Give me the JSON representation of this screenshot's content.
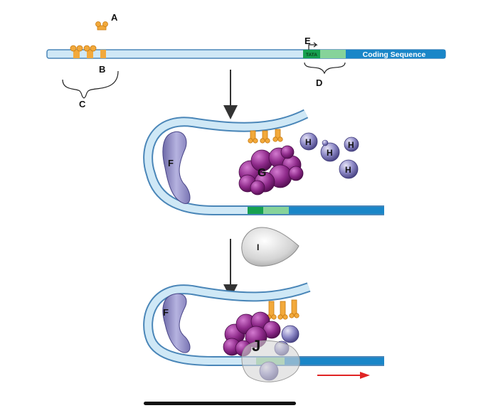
{
  "labels": {
    "a": "A",
    "b": "B",
    "c": "C",
    "d": "D",
    "e": "E",
    "f1": "F",
    "f2": "F",
    "g": "G",
    "h1": "H",
    "h2": "H",
    "h3": "H",
    "h4": "H",
    "i": "I",
    "j": "J"
  },
  "dna": {
    "tata_box": "TATA",
    "coding_sequence": "Coding Sequence"
  },
  "colors": {
    "dna_fill": "#cfe8f6",
    "dna_stroke": "#4a86b8",
    "coding_blue": "#1a86c8",
    "tata_green": "#16a050",
    "promoter_light_green": "#86d39a",
    "activator_orange": "#f2a93b",
    "mediator_purple": "#8a1f86",
    "gtf_lavender": "#8a86c8",
    "arrow_red": "#e02424"
  }
}
